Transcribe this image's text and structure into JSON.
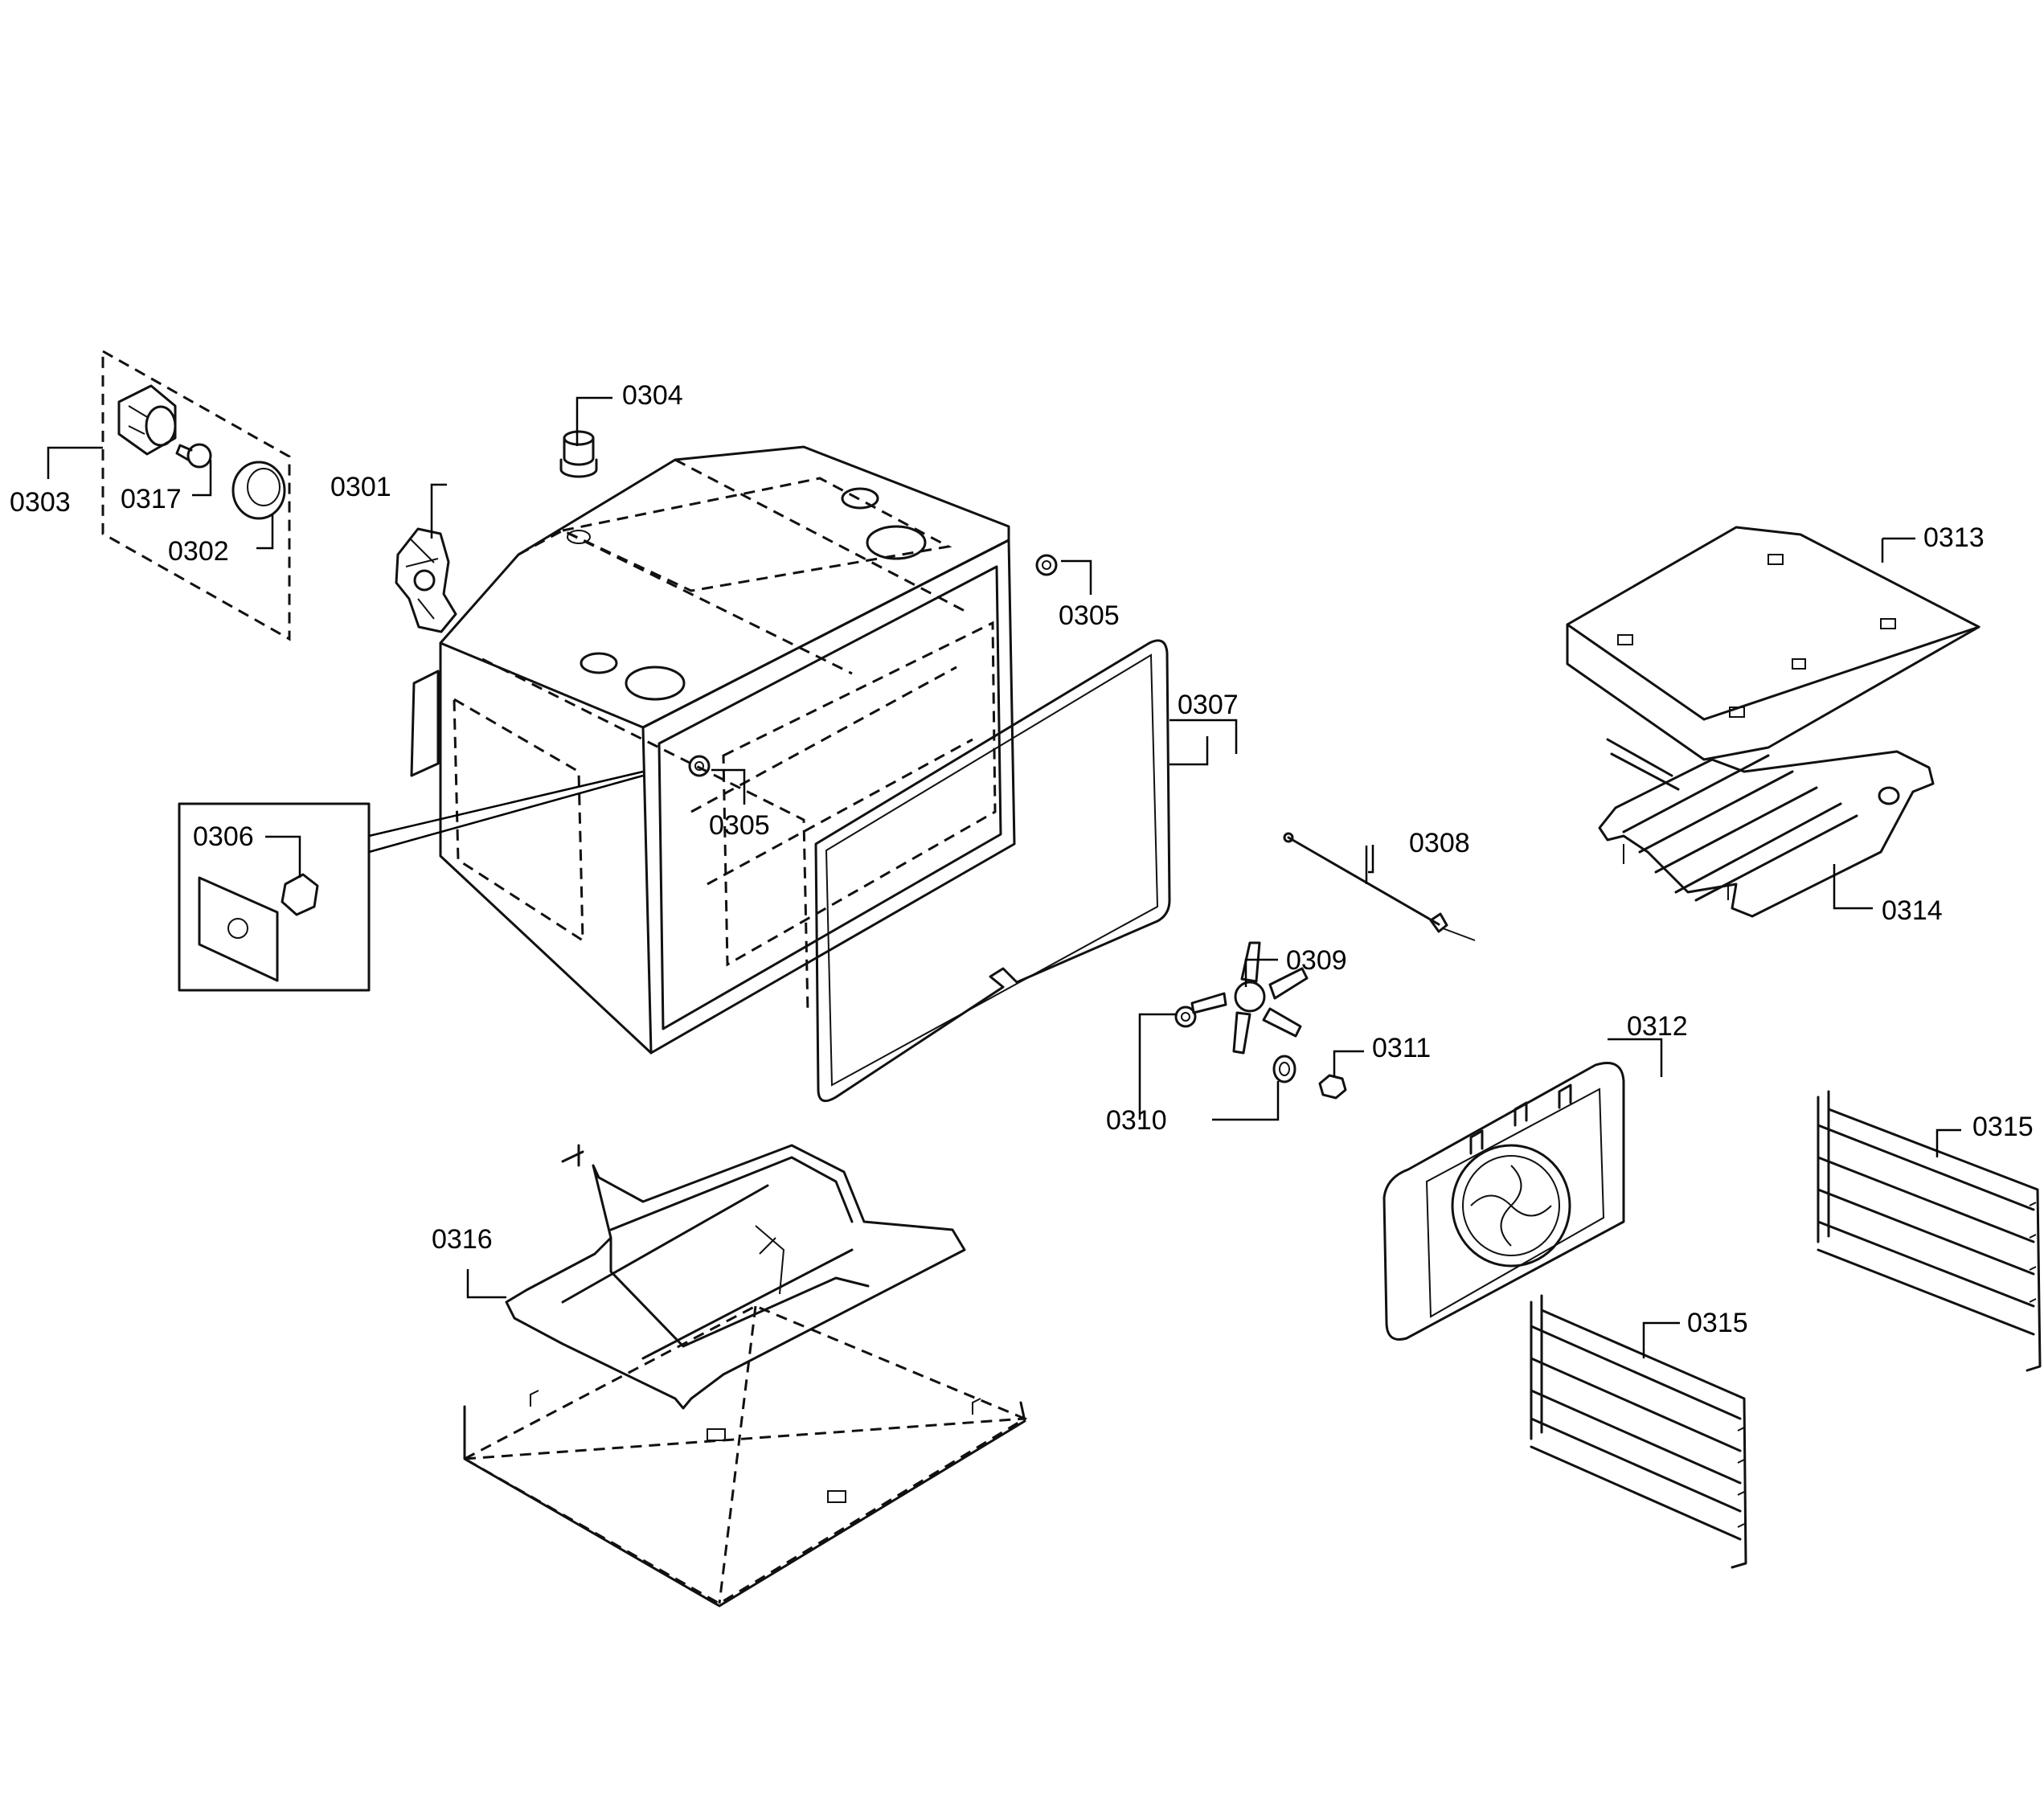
{
  "callouts": {
    "c0301": "0301",
    "c0302": "0302",
    "c0303": "0303",
    "c0304": "0304",
    "c0305a": "0305",
    "c0305b": "0305",
    "c0306": "0306",
    "c0307": "0307",
    "c0308": "0308",
    "c0309": "0309",
    "c0310": "0310",
    "c0311": "0311",
    "c0312": "0312",
    "c0313": "0313",
    "c0314": "0314",
    "c0315a": "0315",
    "c0315b": "0315",
    "c0316": "0316",
    "c0317": "0317"
  }
}
